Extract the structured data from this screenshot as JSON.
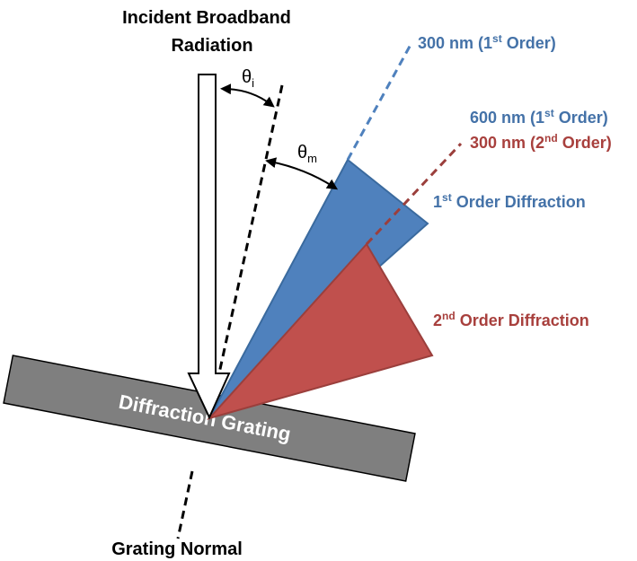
{
  "labels": {
    "incident_line1": "Incident Broadband",
    "incident_line2": "Radiation",
    "theta_i_symbol": "θ",
    "theta_i_sub": "i",
    "theta_m_symbol": "θ",
    "theta_m_sub": "m",
    "ray_300_first": {
      "prefix": "300 nm (1",
      "sup": "st",
      "suffix": " Order)"
    },
    "ray_600_first": {
      "prefix": "600 nm (1",
      "sup": "st",
      "suffix": " Order)"
    },
    "ray_300_second": {
      "prefix": "300 nm (2",
      "sup": "nd",
      "suffix": " Order)"
    },
    "first_order": {
      "prefix": "1",
      "sup": "st",
      "suffix": " Order Diffraction"
    },
    "second_order": {
      "prefix": "2",
      "sup": "nd",
      "suffix": " Order Diffraction"
    },
    "grating": "Diffraction Grating",
    "grating_normal": "Grating Normal"
  },
  "colors": {
    "first_order_fill": "#4f81bd",
    "first_order_stroke": "#3a6a9e",
    "second_order_fill": "#c0504d",
    "second_order_stroke": "#9b3f3c",
    "first_order_text": "#4472a8",
    "second_order_text": "#a8403d",
    "grating_fill": "#7f7f7f",
    "grating_text": "#ffffff",
    "line": "#000000"
  }
}
